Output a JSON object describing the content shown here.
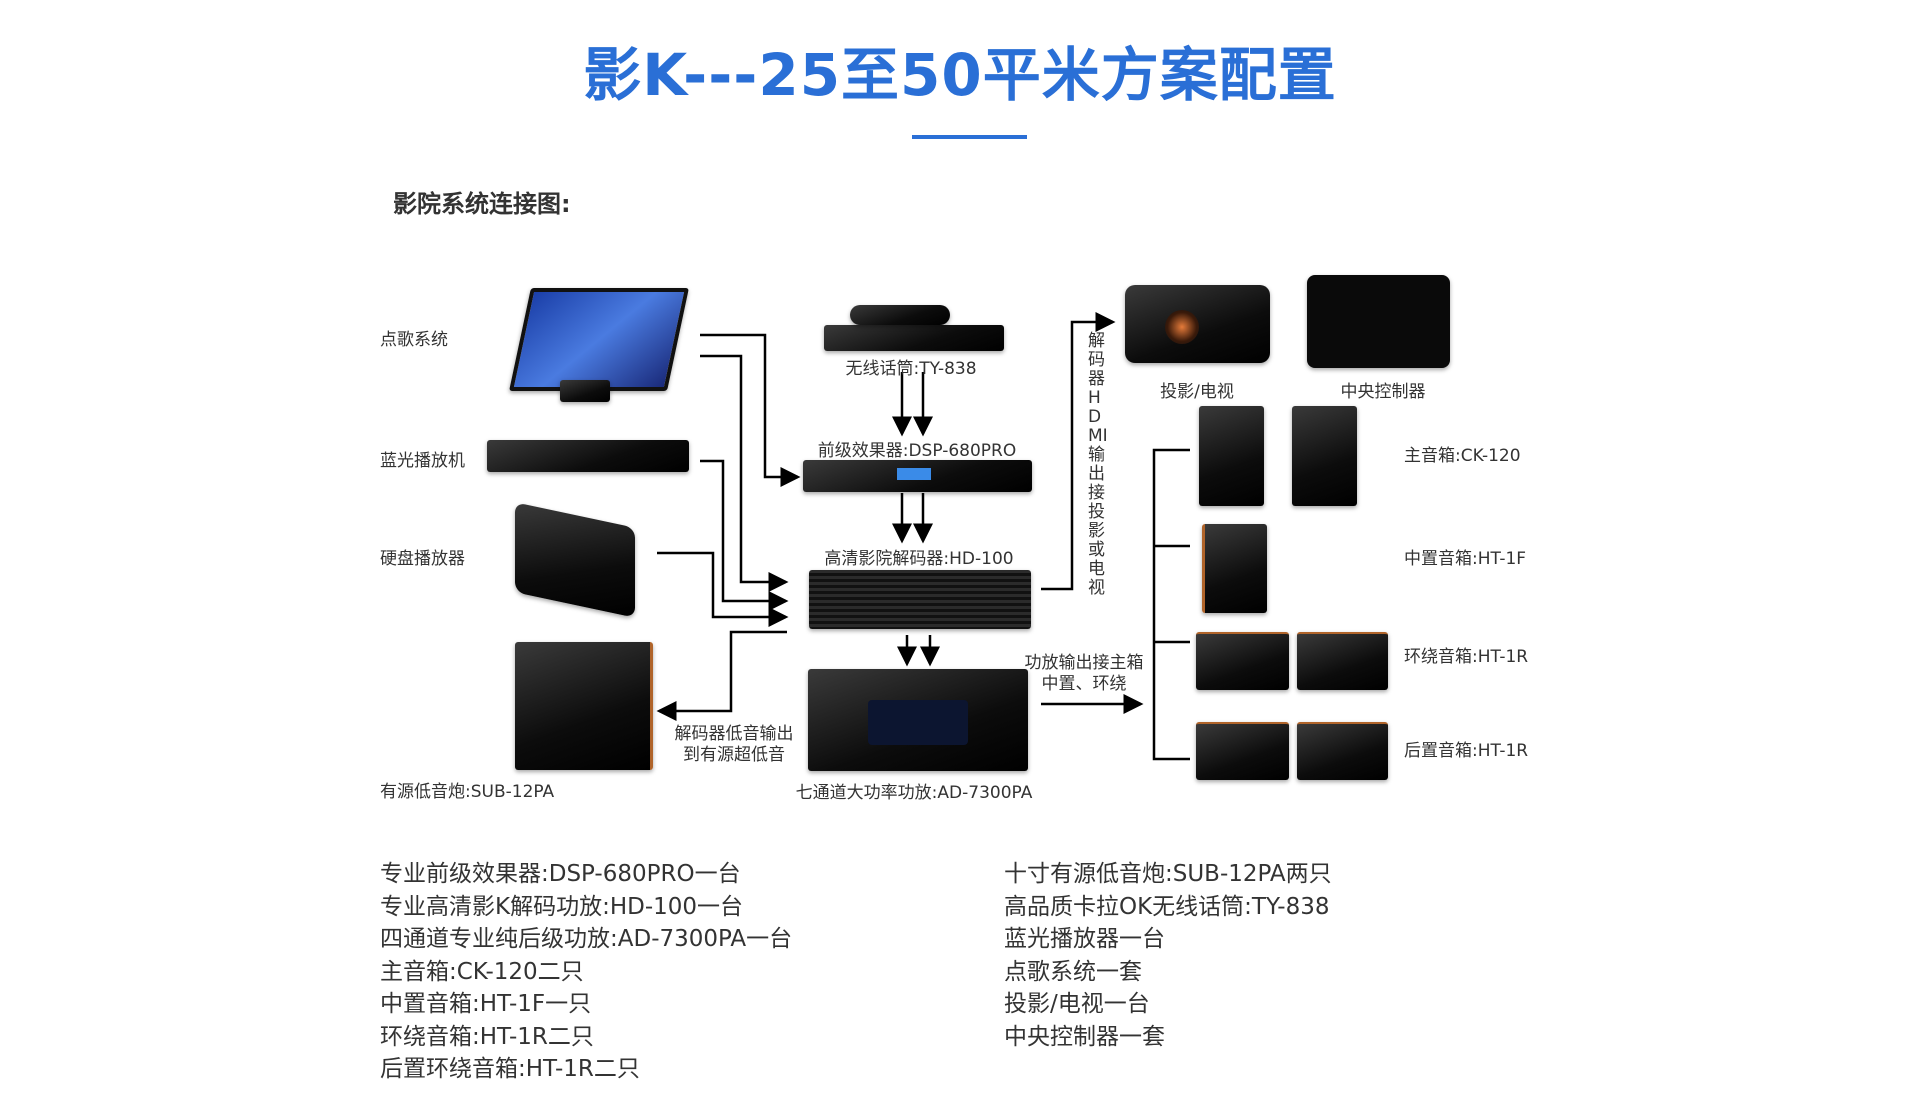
{
  "title": "影K---25至50平米方案配置",
  "subtitle": "影院系统连接图:",
  "colors": {
    "accent": "#2a6fd6"
  },
  "diagram": {
    "song_system": "点歌系统",
    "bluray": "蓝光播放机",
    "hdd_player": "硬盘播放器",
    "subwoofer": "有源低音炮:SUB-12PA",
    "mic": "无线话筒:TY-838",
    "dsp": "前级效果器:DSP-680PRO",
    "decoder": "高清影院解码器:HD-100",
    "amp": "七通道大功率功放:AD-7300PA",
    "projector": "投影/电视",
    "controller": "中央控制器",
    "main_speaker": "主音箱:CK-120",
    "center_speaker": "中置音箱:HT-1F",
    "surround_speaker": "环绕音箱:HT-1R",
    "rear_speaker": "后置音箱:HT-1R",
    "hdmi_note": "解码器HDMI输出接投影或电视",
    "amp_note_1": "功放输出接主箱",
    "amp_note_2": "中置、环绕",
    "sub_note_1": "解码器低音输出",
    "sub_note_2": "到有源超低音"
  },
  "list_left": [
    "专业前级效果器:DSP-680PRO一台",
    "专业高清影K解码功放:HD-100一台",
    "四通道专业纯后级功放:AD-7300PA一台",
    "主音箱:CK-120二只",
    "中置音箱:HT-1F一只",
    "环绕音箱:HT-1R二只",
    "后置环绕音箱:HT-1R二只"
  ],
  "list_right": [
    "十寸有源低音炮:SUB-12PA两只",
    "高品质卡拉OK无线话筒:TY-838",
    "蓝光播放器一台",
    "点歌系统一套",
    "投影/电视一台",
    "中央控制器一套"
  ]
}
